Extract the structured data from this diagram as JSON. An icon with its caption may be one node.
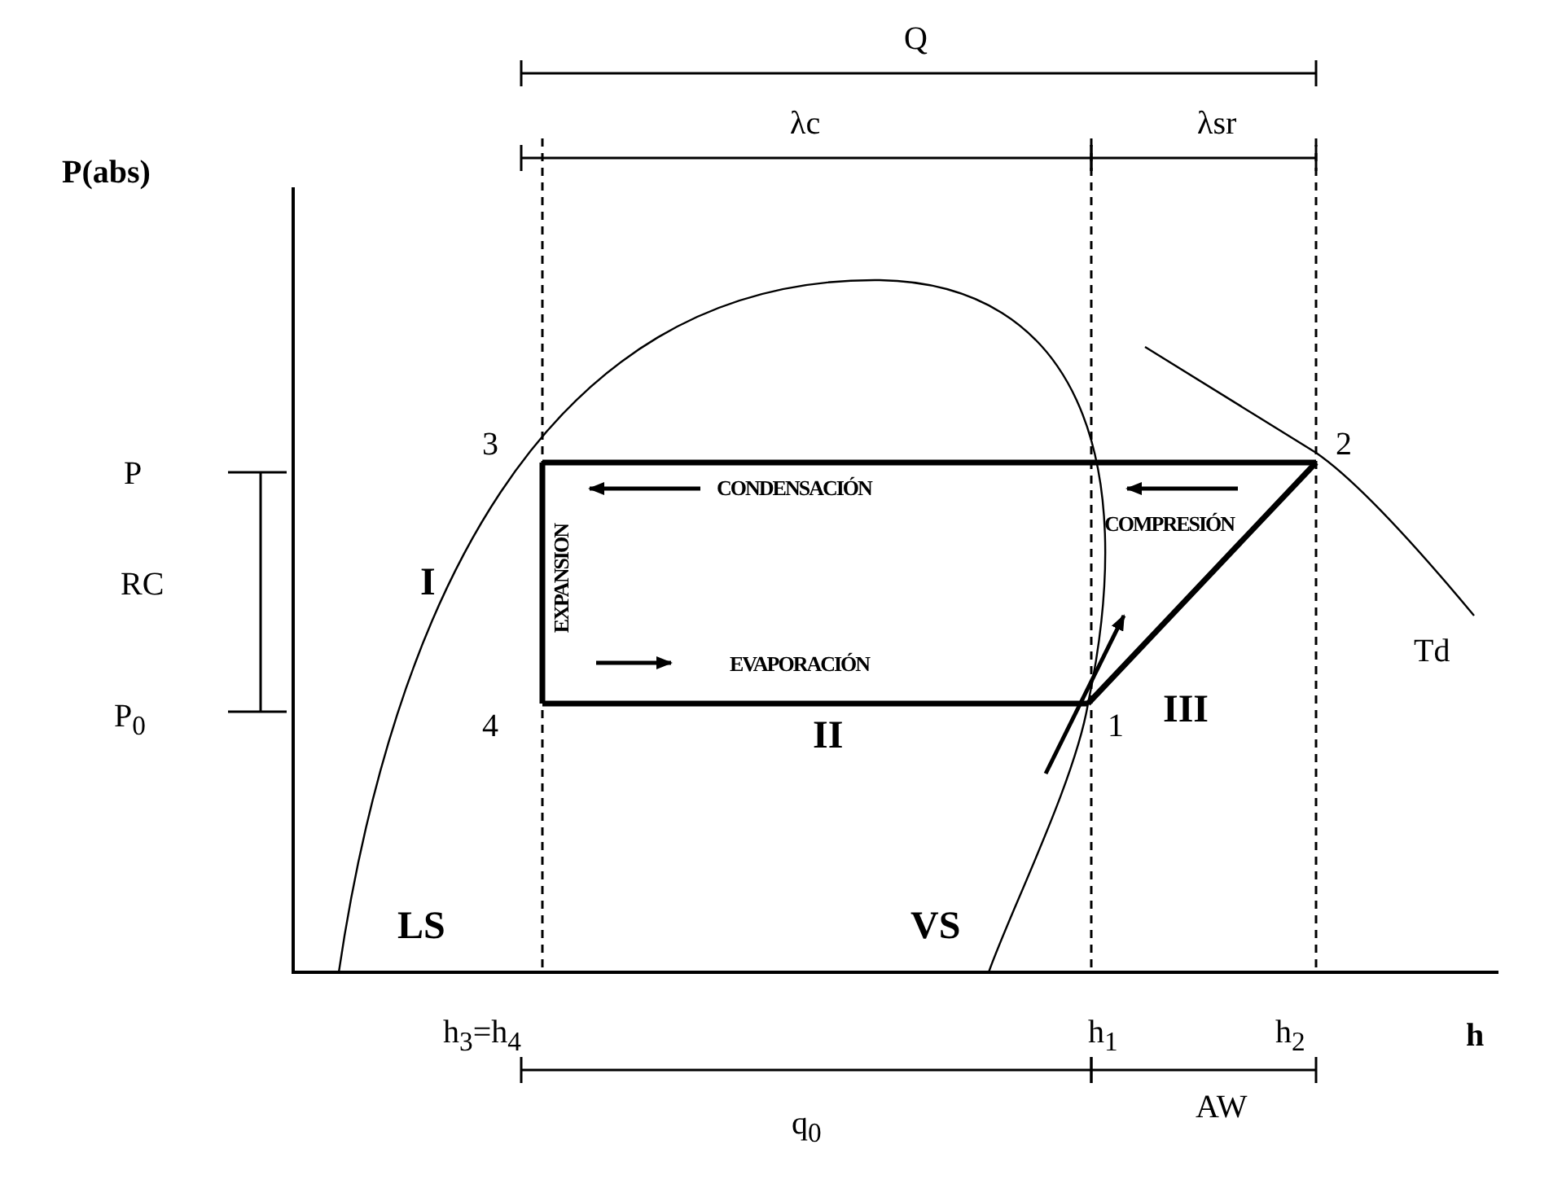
{
  "diagram": {
    "nodes": [
      {
        "text": [
          "3"
        ]
      },
      {
        "text": [
          "2"
        ]
      },
      {
        "text": [
          "4"
        ]
      },
      {
        "text": [
          "1"
        ]
      }
    ],
    "edges": [
      {
        "from": 1,
        "to": 0,
        "arrow": "none"
      },
      {
        "from": 0,
        "to": 2,
        "arrow": "none"
      },
      {
        "from": 2,
        "to": 3,
        "arrow": "none"
      },
      {
        "from": 3,
        "to": 1,
        "arrow": "none"
      }
    ],
    "labels": [
      "Q",
      "λc",
      "λsr",
      "P(abs)",
      "P",
      "CONDENSACIÓN",
      "COMPRESIÓN",
      "RC",
      "I",
      "EXPANSION",
      "Td",
      "EVAPORACIÓN",
      "P$_{0}$",
      "III",
      "II",
      "LS",
      "VS",
      "h$_{3}$=h$_{4}$",
      "h$_{1}$",
      "h$_{2}$",
      "h",
      "AW",
      "q$_{0}$"
    ]
  }
}
